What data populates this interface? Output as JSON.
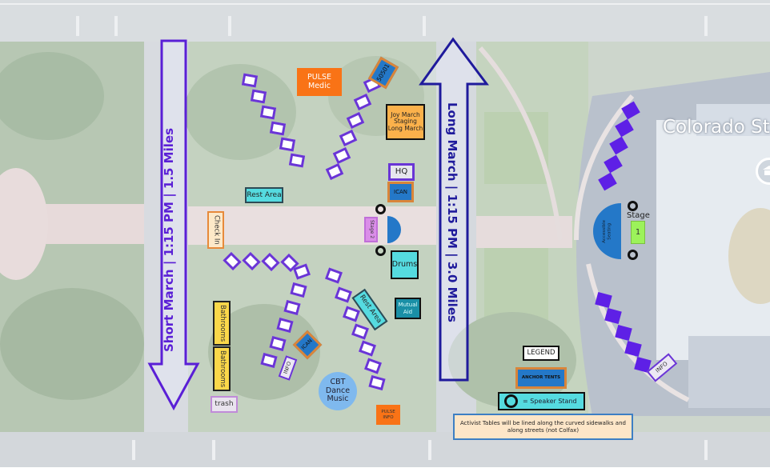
{
  "map": {
    "title": "Colorado State Capitol event site map",
    "basemap_label": "Colorado St",
    "colors": {
      "route_purple": "#5a1fd6",
      "long_route_navy": "#1f1a9c",
      "anchor_blue": "#2478c8",
      "anchor_border": "#d9853a",
      "orange": "#f97316",
      "cyan": "#55dbe0",
      "yellow": "#fbd84a",
      "table_purple": "#6a35d6",
      "stage_green": "#9cf25a",
      "pale_orange": "#fbb14b",
      "note_bg": "#fde6c8"
    }
  },
  "routes": {
    "short_march": "Short March | 1:15 PM | 1.5 Miles",
    "long_march": "Long March | 1:15 PM | 3.0 Miles"
  },
  "locations": {
    "pulse_medic": "PULSE\nMedic",
    "sosoi": "50501",
    "joy_march": "Joy March\nStaging\nLong March",
    "hq": "HQ",
    "ican_top": "ICAN",
    "stage2": "Stage 2",
    "drums": "Drums",
    "rest_area_top": "Rest Area",
    "check_in": "Check In",
    "bathrooms_1": "Bathrooms",
    "bathrooms_2": "Bathrooms",
    "trash": "trash",
    "ican_bottom": "ICAN",
    "info_left": "INFO",
    "rest_area_diag": "Rest Area",
    "mutual_aid": "Mutual\nAid",
    "cbt": "CBT\nDance\nMusic",
    "pulse_info": "PULSE\nINFO",
    "accessible_seating": "Accessible\nSeating",
    "stage1_label": "Stage",
    "stage1_num": "1",
    "info_right": "INFO"
  },
  "legend": {
    "title": "LEGEND",
    "anchor_tents": "ANCHOR TENTS",
    "speaker_stand": "= Speaker Stand",
    "note": "Activist Tables will be lined along the curved sidewalks and along streets (not Colfax)"
  }
}
